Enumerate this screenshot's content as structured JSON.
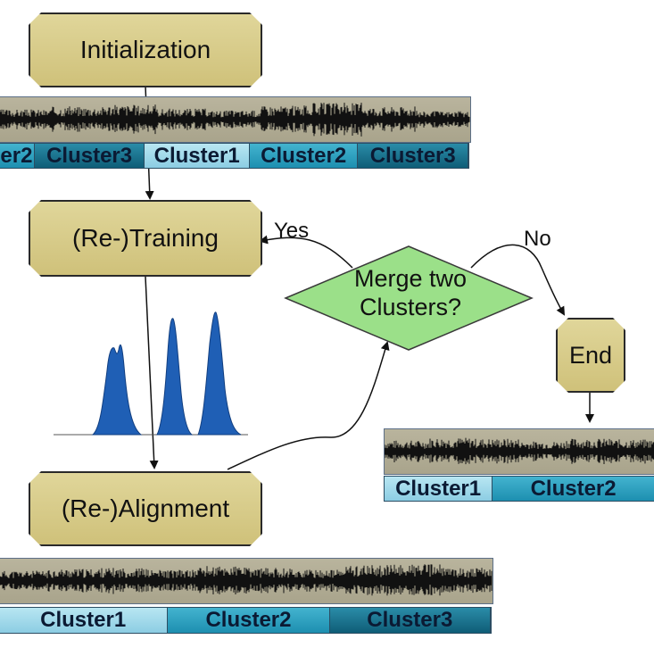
{
  "nodes": {
    "initialization": "Initialization",
    "training": "(Re-)Training",
    "alignment": "(Re-)Alignment",
    "decision_line1": "Merge two",
    "decision_line2": "Clusters?",
    "end": "End"
  },
  "edge_labels": {
    "yes": "Yes",
    "no": "No"
  },
  "segment_bars": {
    "top": [
      "er2",
      "Cluster3",
      "Cluster1",
      "Cluster2",
      "Cluster3"
    ],
    "end": [
      "Cluster1",
      "Cluster2"
    ],
    "bottom": [
      "Cluster1",
      "Cluster2",
      "Cluster3"
    ]
  },
  "colors": {
    "box_fill": "#d8cb87",
    "decision_fill": "#9be089",
    "cluster1": "#9cd6ea",
    "cluster2": "#2b9fc0",
    "cluster3": "#17708c",
    "peaks": "#1f5fb5"
  },
  "icons": [
    "waveform-strip",
    "gaussian-peaks-plot"
  ]
}
